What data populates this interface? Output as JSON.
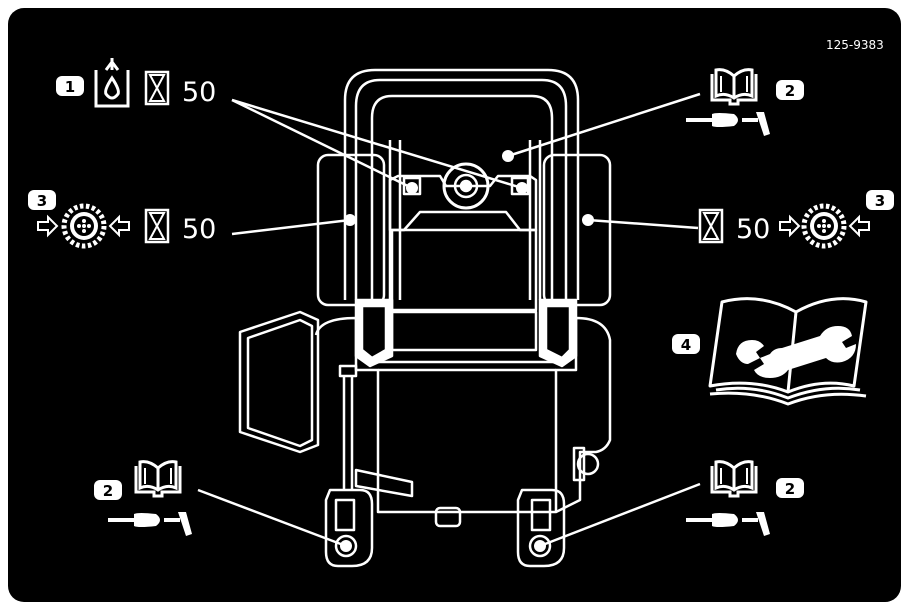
{
  "part_number": "125-9383",
  "callouts": {
    "fuel_oil": {
      "number": "1",
      "interval": "50"
    },
    "grease_top_right": {
      "number": "2"
    },
    "air_filter_left": {
      "number": "3",
      "interval": "50"
    },
    "air_filter_right": {
      "number": "3",
      "interval": "50"
    },
    "service_manual": {
      "number": "4"
    },
    "grease_bottom_left": {
      "number": "2"
    },
    "grease_bottom_right": {
      "number": "2"
    }
  },
  "colors": {
    "background": "#000000",
    "foreground": "#ffffff"
  }
}
